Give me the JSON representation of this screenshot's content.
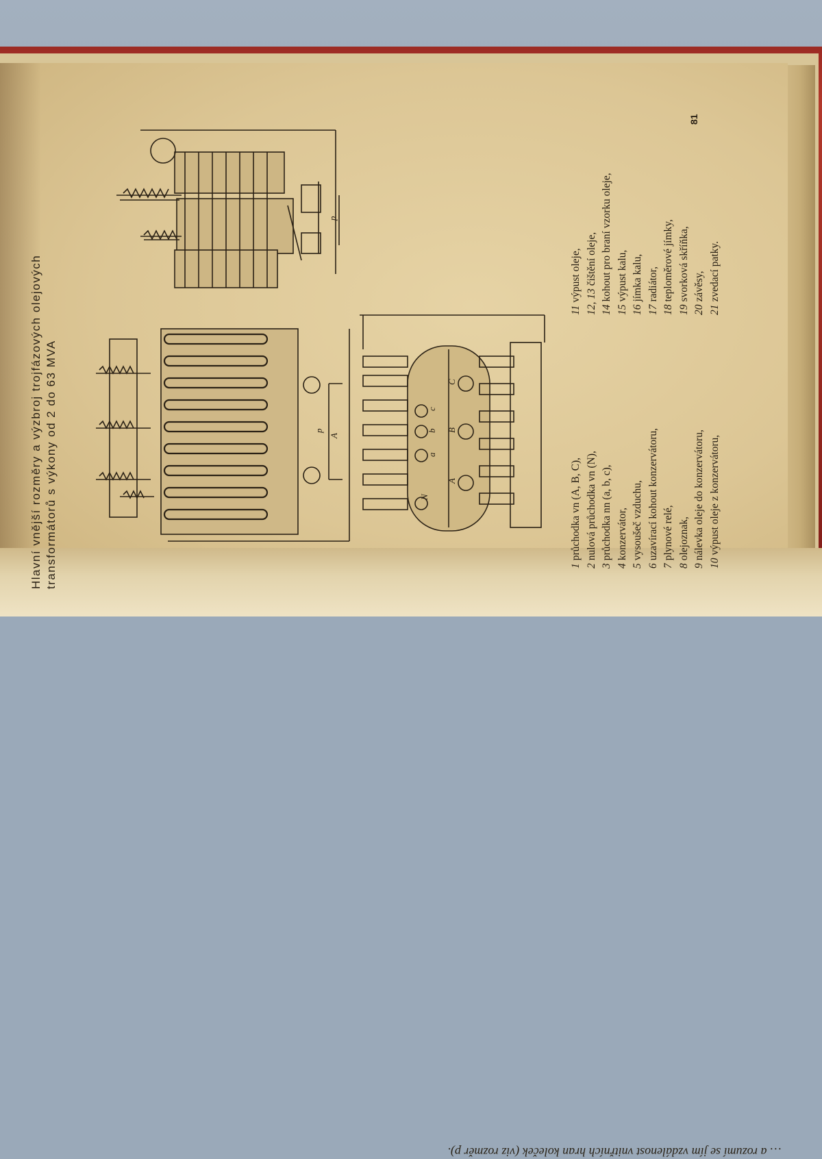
{
  "book": {
    "page_number": "81",
    "title_lines": [
      "Hlavní vnější rozměry a výzbroj trojfázových olejových",
      "transformátorů s výkony od 2 do 63 MVA"
    ],
    "legend_left": [
      {
        "num": "1",
        "text": "průchodka vn (A, B, C),"
      },
      {
        "num": "2",
        "text": "nulová průchodka vn (N),"
      },
      {
        "num": "3",
        "text": "průchodka nn (a, b, c),"
      },
      {
        "num": "4",
        "text": "konzervátor,"
      },
      {
        "num": "5",
        "text": "vysoušeč vzduchu,"
      },
      {
        "num": "6",
        "text": "uzavírací kohout konzervátoru,"
      },
      {
        "num": "7",
        "text": "plynové relé,"
      },
      {
        "num": "8",
        "text": "olejoznak,"
      },
      {
        "num": "9",
        "text": "nálevka oleje do konzervátoru,"
      },
      {
        "num": "10",
        "text": "výpust oleje z konzervátoru,"
      }
    ],
    "legend_right": [
      {
        "num": "11",
        "text": "výpust oleje,"
      },
      {
        "num": "12, 13",
        "text": "čištění oleje,"
      },
      {
        "num": "14",
        "text": "kohout pro braní vzorku oleje,"
      },
      {
        "num": "15",
        "text": "výpust kalu,"
      },
      {
        "num": "16",
        "text": "jímka kalu,"
      },
      {
        "num": "17",
        "text": "radiátor,"
      },
      {
        "num": "18",
        "text": "teploměrové jímky,"
      },
      {
        "num": "19",
        "text": "svorková skříňka,"
      },
      {
        "num": "20",
        "text": "závěsy,"
      },
      {
        "num": "21",
        "text": "zvedací patky."
      }
    ],
    "previous_page_text": "… a rozumí se jím vzdálenost vnitřních hran koleček (viz rozměr p).",
    "drawing_labels": {
      "dimension_A": "A",
      "dimension_p": "p",
      "phase_a": "a",
      "phase_b": "b",
      "phase_c": "c",
      "phase_A": "A",
      "phase_B": "B",
      "phase_C": "C",
      "neutral_N": "N"
    }
  },
  "colors": {
    "paper": "#dcc695",
    "ink": "#2a2115",
    "cover": "#9c2b24",
    "background": "#9aa9b9"
  }
}
